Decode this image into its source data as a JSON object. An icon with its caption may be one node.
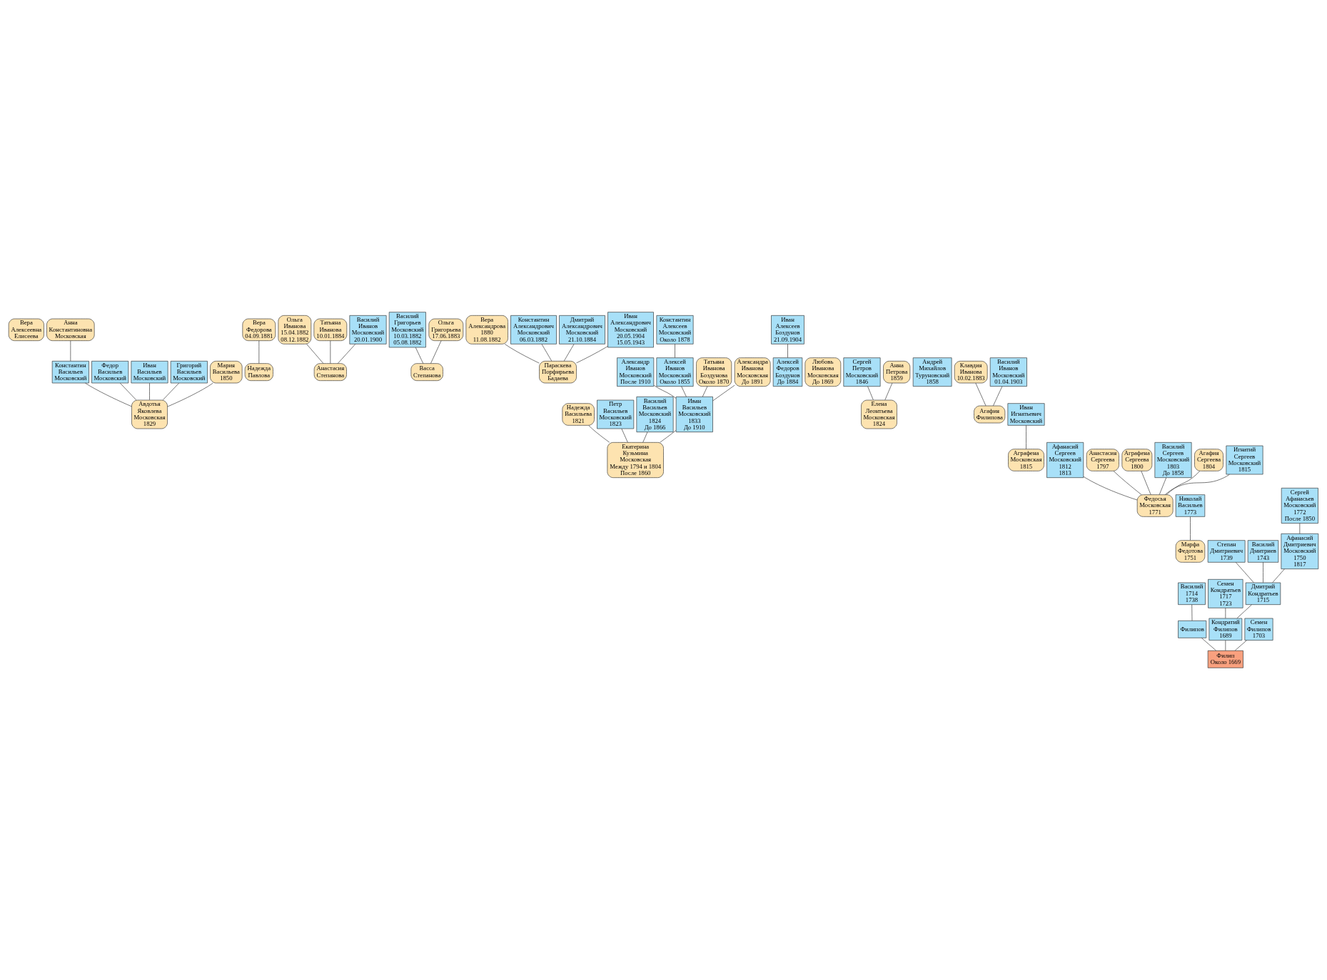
{
  "diagram": {
    "nodes": [
      {
        "text": [
          "Вера Алексеевна Елисеева"
        ]
      },
      {
        "text": [
          "Анна Константиновна Московская"
        ]
      },
      {
        "text": [
          "Вера Федорова",
          "04.09.1881"
        ]
      },
      {
        "text": [
          "Ольга Иванова",
          "15.04.1882",
          "08.12.1882"
        ]
      },
      {
        "text": [
          "Татьяна Иванова",
          "10.01.1884"
        ]
      },
      {
        "text": [
          "Василий Иванов Московский",
          "20.01.1900"
        ]
      },
      {
        "text": [
          "Василий Григорьев Московский",
          "10.03.1882",
          "05.08.1882"
        ]
      },
      {
        "text": [
          "Ольга Григорьева",
          "17.06.1883"
        ]
      },
      {
        "text": [
          "Вера Александрова",
          "1880",
          "11.08.1882"
        ]
      },
      {
        "text": [
          "Константин Александрович Московский",
          "06.03.1882"
        ]
      },
      {
        "text": [
          "Дмитрий Александрович Московский",
          "21.10.1884"
        ]
      },
      {
        "text": [
          "Иван Александрович Московский",
          "20.05.1904",
          "15.05.1943"
        ]
      },
      {
        "text": [
          "Константин Алексеев Московский",
          "Около 1878"
        ]
      },
      {
        "text": [
          "Иван Алексеев Боздунов",
          "21.09.1904"
        ]
      },
      {
        "text": [
          "Любовь Иванова Московская",
          "До 1869"
        ]
      },
      {
        "text": [
          "Сергей Петров Московский",
          "1846"
        ]
      },
      {
        "text": [
          "Андрей Михайлов Туруновский",
          "1858"
        ]
      },
      {
        "text": [
          "Анна Петрова",
          "1859"
        ]
      },
      {
        "text": [
          "Константин Васильев Московский"
        ]
      },
      {
        "text": [
          "Надежда Павлова"
        ]
      },
      {
        "text": [
          "Федор Васильев Московский"
        ]
      },
      {
        "text": [
          "Анастасия Степанова"
        ]
      },
      {
        "text": [
          "Иван Васильев Московский"
        ]
      },
      {
        "text": [
          "Васса Степанова"
        ]
      },
      {
        "text": [
          "Григорий Васильев Московский"
        ]
      },
      {
        "text": [
          "Мария Васильева",
          "1850"
        ]
      },
      {
        "text": [
          "Параскева Порфирьева Бадаева"
        ]
      },
      {
        "text": [
          "Александр Иванов Московский",
          "После 1910"
        ]
      },
      {
        "text": [
          "Алексей Иванов Московский",
          "Около 1855"
        ]
      },
      {
        "text": [
          "Алексей Федоров Боздунов",
          "До 1884"
        ]
      },
      {
        "text": [
          "Татьяна Иванова Боздунова",
          "Около 1870"
        ]
      },
      {
        "text": [
          "Александра Иванова Московская",
          "До 1891"
        ]
      },
      {
        "text": [
          "Клавдия Иванова",
          "10.02.1883"
        ]
      },
      {
        "text": [
          "Василий Иванов Московский",
          "01.04.1903"
        ]
      },
      {
        "text": [
          "Елена Леонтьева Московская",
          "1824"
        ]
      },
      {
        "text": [
          "Надежда Васильева",
          "1821"
        ]
      },
      {
        "text": [
          "Петр Васильев Московский",
          "1823"
        ]
      },
      {
        "text": [
          "Авдотья Яковлева Московская",
          "1829"
        ]
      },
      {
        "text": [
          "Василий Васильев Московский",
          "1824",
          "До 1866"
        ]
      },
      {
        "text": [
          "Иван Васильев Московский",
          "1833",
          "До 1910"
        ]
      },
      {
        "text": [
          "Агафия Филипова"
        ]
      },
      {
        "text": [
          "Иван Игнатьевич Московский"
        ]
      },
      {
        "text": [
          "Екатерина Кузьмина Московская",
          "Между 1794 и 1804",
          "После 1860"
        ]
      },
      {
        "text": [
          "Аграфена Московская",
          "1815"
        ]
      },
      {
        "text": [
          "Афанасий Сергеев Московский",
          "1812",
          "1813"
        ]
      },
      {
        "text": [
          "Анастасия Сергеева",
          "1797"
        ]
      },
      {
        "text": [
          "Аграфена Сергеева",
          "1800"
        ]
      },
      {
        "text": [
          "Василий Сергеев Московский",
          "1803",
          "До 1858"
        ]
      },
      {
        "text": [
          "Агафия Сергеева",
          "1804"
        ]
      },
      {
        "text": [
          "Игнатий Сергеев Московский",
          "1815"
        ]
      },
      {
        "text": [
          "Федосья Московская",
          "1771"
        ]
      },
      {
        "text": [
          "Николай Васильев",
          "1773"
        ]
      },
      {
        "text": [
          "Сергей Афанасьев Московский",
          "1772",
          "После 1850"
        ]
      },
      {
        "text": [
          "Марфа Федотова",
          "1751"
        ]
      },
      {
        "text": [
          "Степан Дмитриевич",
          "1739"
        ]
      },
      {
        "text": [
          "Василий Дмитриев",
          "1743"
        ]
      },
      {
        "text": [
          "Афанасий Дмитриевич Московский",
          "1750",
          "1817"
        ]
      },
      {
        "text": [
          "Семен Кондратьев",
          "1717",
          "1723"
        ]
      },
      {
        "text": [
          "Василий",
          "1714",
          "1738"
        ]
      },
      {
        "text": [
          "Дмитрий Кондратьев",
          "1715"
        ]
      },
      {
        "text": [
          "Филипов"
        ]
      },
      {
        "text": [
          "Кондратий Филипов",
          "1689"
        ]
      },
      {
        "text": [
          "Семен Филипов",
          "1703"
        ]
      },
      {
        "text": [
          "Филип",
          "Около 1669"
        ]
      }
    ],
    "edges": [
      {
        "from": 63,
        "to": 60,
        "arrow": "none"
      },
      {
        "from": 63,
        "to": 61,
        "arrow": "none"
      },
      {
        "from": 63,
        "to": 62,
        "arrow": "none"
      },
      {
        "from": 60,
        "to": 58,
        "arrow": "none"
      },
      {
        "from": 61,
        "to": 59,
        "arrow": "none"
      },
      {
        "from": 61,
        "to": 57,
        "arrow": "none"
      },
      {
        "from": 59,
        "to": 54,
        "arrow": "none"
      },
      {
        "from": 59,
        "to": 55,
        "arrow": "none"
      },
      {
        "from": 59,
        "to": 56,
        "arrow": "none"
      },
      {
        "from": 53,
        "to": 51,
        "arrow": "none"
      },
      {
        "from": 56,
        "to": 52,
        "arrow": "none"
      },
      {
        "from": 50,
        "to": 45,
        "arrow": "none"
      },
      {
        "from": 50,
        "to": 46,
        "arrow": "none"
      },
      {
        "from": 50,
        "to": 47,
        "arrow": "none"
      },
      {
        "from": 50,
        "to": 48,
        "arrow": "none"
      },
      {
        "from": 50,
        "to": 44,
        "arrow": "none"
      },
      {
        "from": 50,
        "to": 49,
        "arrow": "none"
      },
      {
        "from": 42,
        "to": 35,
        "arrow": "none"
      },
      {
        "from": 42,
        "to": 36,
        "arrow": "none"
      },
      {
        "from": 42,
        "to": 38,
        "arrow": "none"
      },
      {
        "from": 42,
        "to": 39,
        "arrow": "none"
      },
      {
        "from": 43,
        "to": 41,
        "arrow": "none"
      },
      {
        "from": 34,
        "to": 15,
        "arrow": "none"
      },
      {
        "from": 34,
        "to": 17,
        "arrow": "none"
      },
      {
        "from": 37,
        "to": 18,
        "arrow": "none"
      },
      {
        "from": 37,
        "to": 20,
        "arrow": "none"
      },
      {
        "from": 37,
        "to": 22,
        "arrow": "none"
      },
      {
        "from": 37,
        "to": 24,
        "arrow": "none"
      },
      {
        "from": 37,
        "to": 25,
        "arrow": "none"
      },
      {
        "from": 39,
        "to": 27,
        "arrow": "none"
      },
      {
        "from": 39,
        "to": 28,
        "arrow": "none"
      },
      {
        "from": 39,
        "to": 30,
        "arrow": "none"
      },
      {
        "from": 39,
        "to": 31,
        "arrow": "none"
      },
      {
        "from": 40,
        "to": 32,
        "arrow": "none"
      },
      {
        "from": 40,
        "to": 33,
        "arrow": "none"
      },
      {
        "from": 18,
        "to": 1,
        "arrow": "none"
      },
      {
        "from": 19,
        "to": 2,
        "arrow": "none"
      },
      {
        "from": 21,
        "to": 3,
        "arrow": "none"
      },
      {
        "from": 21,
        "to": 4,
        "arrow": "none"
      },
      {
        "from": 21,
        "to": 5,
        "arrow": "none"
      },
      {
        "from": 23,
        "to": 6,
        "arrow": "none"
      },
      {
        "from": 23,
        "to": 7,
        "arrow": "none"
      },
      {
        "from": 26,
        "to": 8,
        "arrow": "none"
      },
      {
        "from": 26,
        "to": 9,
        "arrow": "none"
      },
      {
        "from": 26,
        "to": 10,
        "arrow": "none"
      },
      {
        "from": 26,
        "to": 11,
        "arrow": "none"
      },
      {
        "from": 28,
        "to": 12,
        "arrow": "none"
      },
      {
        "from": 29,
        "to": 13,
        "arrow": "none"
      }
    ]
  }
}
